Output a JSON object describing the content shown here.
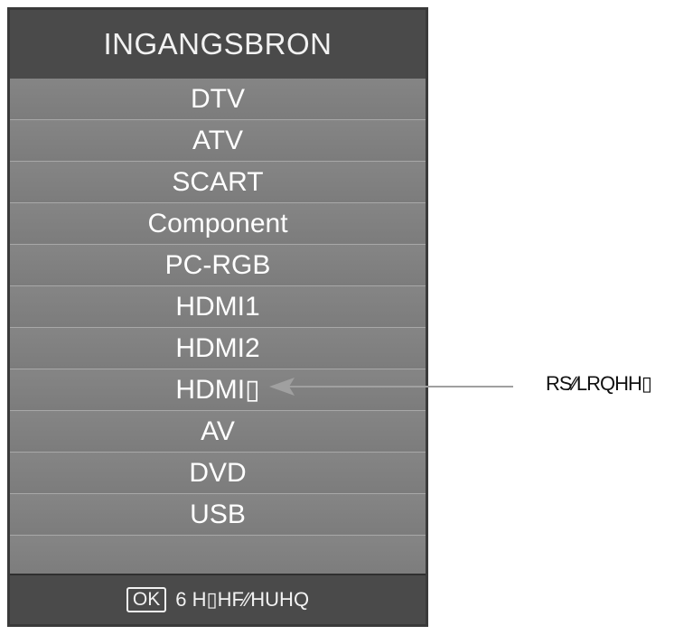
{
  "menu": {
    "title": "INGANGSBRON",
    "items": [
      {
        "label": "DTV"
      },
      {
        "label": "ATV"
      },
      {
        "label": "SCART"
      },
      {
        "label": "Component"
      },
      {
        "label": "PC-RGB"
      },
      {
        "label": "HDMI1"
      },
      {
        "label": "HDMI2"
      },
      {
        "label": "HDMI▯"
      },
      {
        "label": "AV"
      },
      {
        "label": "DVD"
      },
      {
        "label": "USB"
      }
    ],
    "footer": {
      "ok_label": "OK",
      "action_label": "6 H▯HF∕∕HUHQ"
    }
  },
  "callout": {
    "label": "RS∕∕LRQHH▯"
  },
  "colors": {
    "panel_bg": "#808080",
    "header_bg": "#4a4a4a",
    "arrow": "#a0a0a0"
  }
}
